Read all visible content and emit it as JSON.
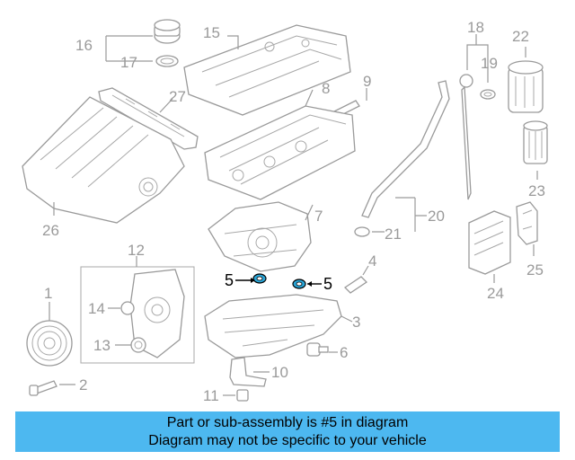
{
  "callouts": {
    "c1": "1",
    "c2": "2",
    "c3": "3",
    "c4": "4",
    "c5a": "5",
    "c5b": "5",
    "c6": "6",
    "c7": "7",
    "c8": "8",
    "c9": "9",
    "c10": "10",
    "c11": "11",
    "c12": "12",
    "c13": "13",
    "c14": "14",
    "c15": "15",
    "c16": "16",
    "c17": "17",
    "c18": "18",
    "c19": "19",
    "c20": "20",
    "c21": "21",
    "c22": "22",
    "c23": "23",
    "c24": "24",
    "c25": "25",
    "c26": "26",
    "c27": "27"
  },
  "caption": {
    "line1": "Part or sub-assembly is #5 in diagram",
    "line2": "Diagram may not be specific to your vehicle"
  },
  "colors": {
    "caption_bg": "#4db8f0",
    "highlight_part": "#2aa6d8",
    "line_art": "#9a9a9a"
  }
}
